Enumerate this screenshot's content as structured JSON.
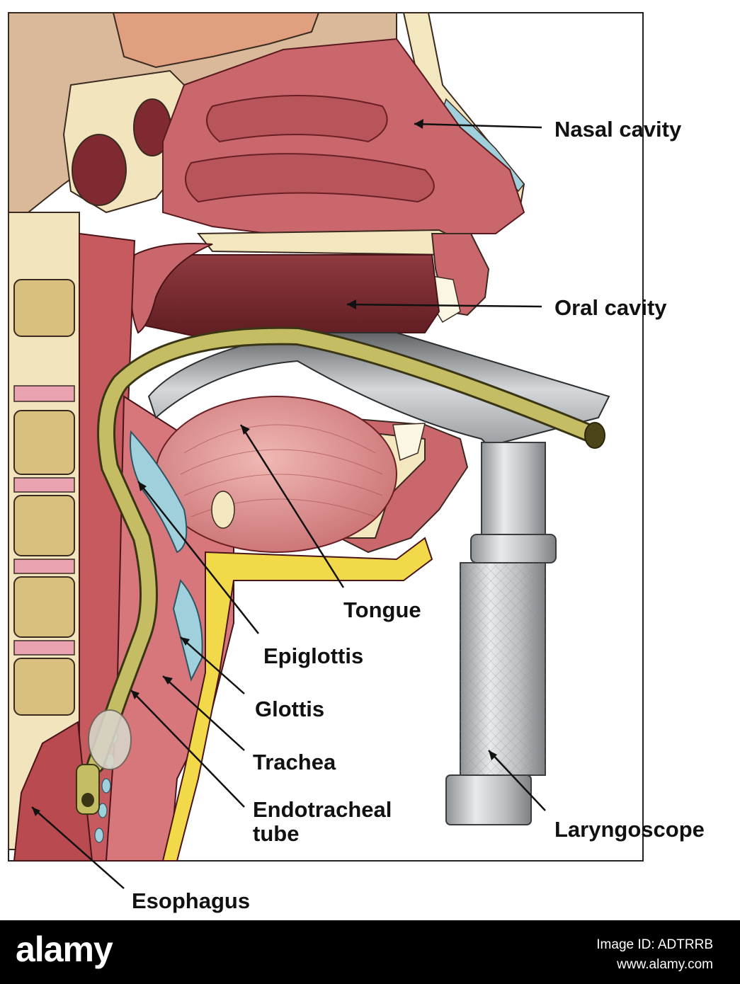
{
  "labels": {
    "nasal_cavity": "Nasal cavity",
    "oral_cavity": "Oral cavity",
    "tongue": "Tongue",
    "epiglottis": "Epiglottis",
    "glottis": "Glottis",
    "trachea": "Trachea",
    "endotracheal_tube_line1": "Endotracheal",
    "endotracheal_tube_line2": "tube",
    "laryngoscope": "Laryngoscope",
    "esophagus": "Esophagus"
  },
  "footer": {
    "logo": "alamy",
    "image_id": "Image ID: ADTRRB",
    "url": "www.alamy.com"
  },
  "colors": {
    "tissue": "#c9676c",
    "tissue_dark": "#7e2a30",
    "bone": "#f3e7bf",
    "cartilage": "#9fd0dc",
    "tube": "#bdb45a",
    "scope": "#c8cbcd",
    "fat": "#f2d94a"
  }
}
